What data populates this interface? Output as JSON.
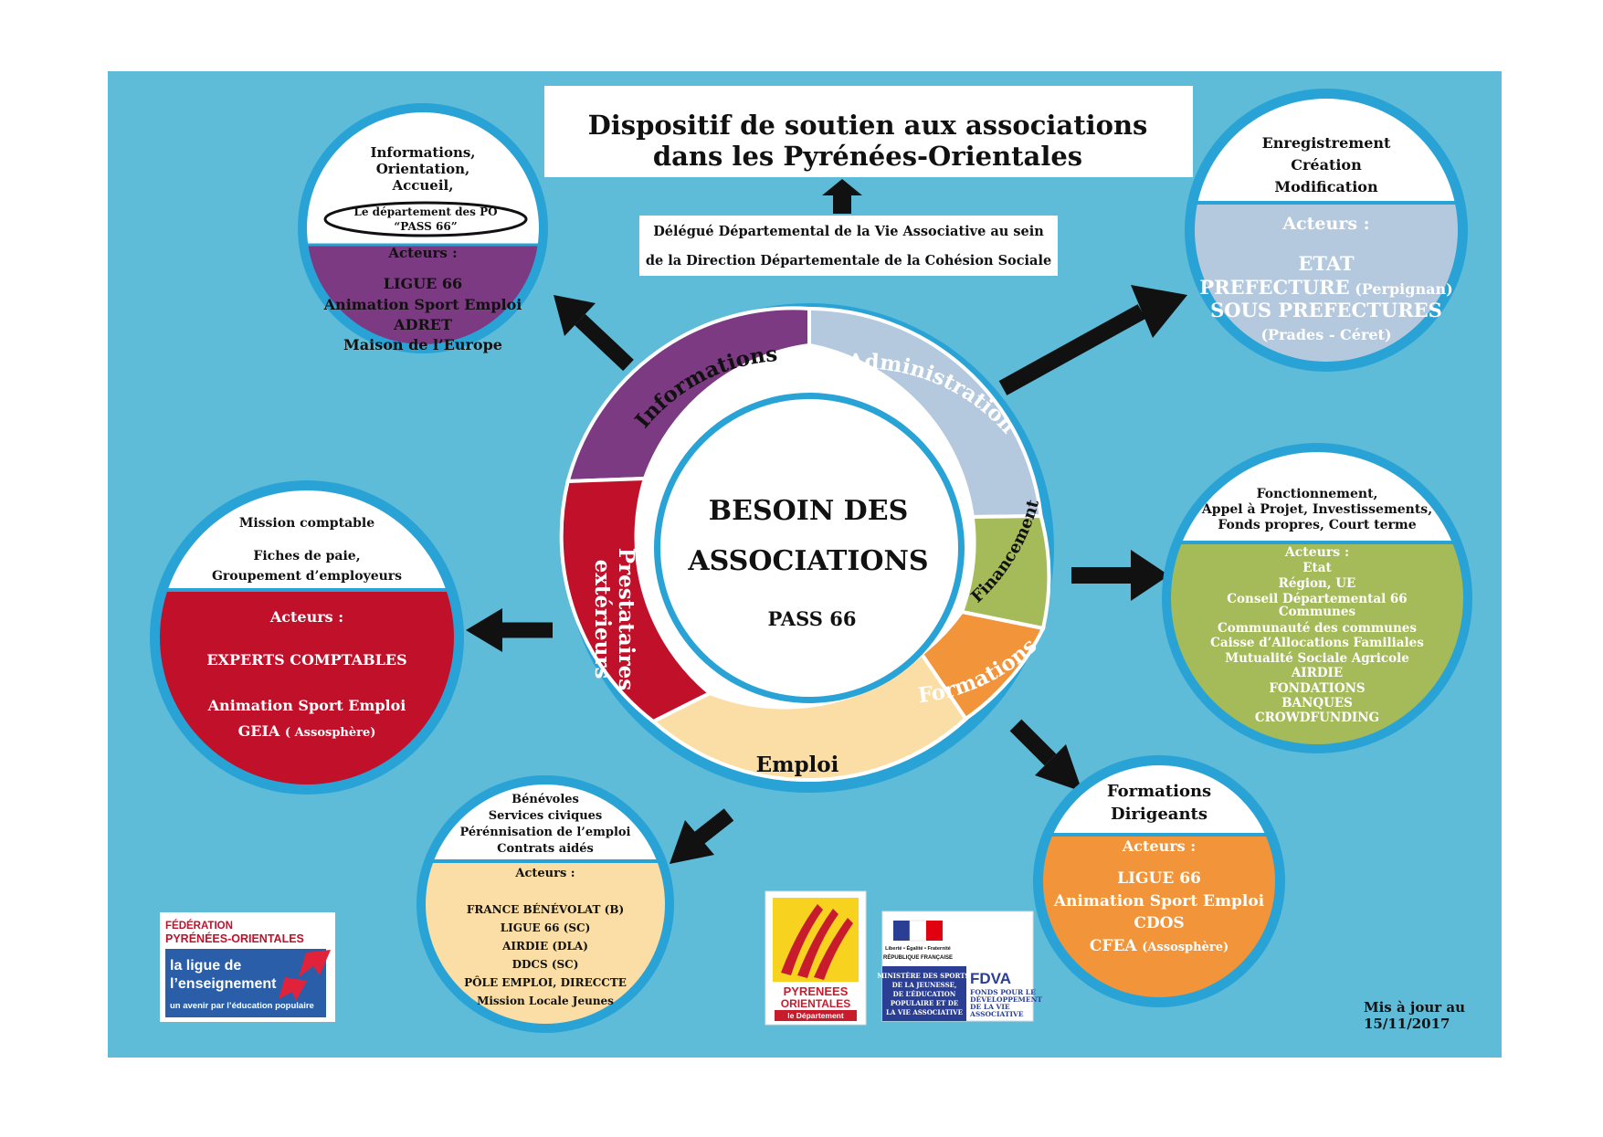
{
  "title": {
    "line1": "Dispositif de soutien aux associations",
    "line2": "dans les Pyrénées-Orientales"
  },
  "delegate": {
    "line1": "Délégué Départemental de la Vie Associative au sein",
    "line2": "de la Direction Départementale de la Cohésion Sociale"
  },
  "center": {
    "line1": "BESOIN DES",
    "line2": "ASSOCIATIONS",
    "line3": "PASS 66"
  },
  "segments": {
    "informations": "Informations",
    "administration": "Administration",
    "financement": "Financement",
    "formations": "Formations",
    "emploi": "Emploi",
    "prestataires1": "Prestataires",
    "prestataires2": "extérieurs"
  },
  "bubbles": {
    "informations": {
      "top": [
        "Informations,",
        "Orientation,",
        "Accueil,"
      ],
      "oval1": "Le département des PO",
      "oval2": "“PASS 66”",
      "heading": "Acteurs :",
      "actors": [
        "LIGUE 66",
        "Animation Sport Emploi",
        "ADRET",
        "Maison de l’Europe"
      ]
    },
    "administration": {
      "top": [
        "Enregistrement",
        "Création",
        "Modification"
      ],
      "heading": "Acteurs :",
      "a1": "ETAT",
      "a2": "PREFECTURE",
      "a2b": "(Perpignan)",
      "a3": "SOUS PREFECTURES",
      "a4": "(Prades - Céret)"
    },
    "financement": {
      "top": [
        "Fonctionnement,",
        "Appel à Projet, Investissements,",
        "Fonds propres, Court terme"
      ],
      "heading": "Acteurs :",
      "actors": [
        "Etat",
        "Région, UE",
        "Conseil Départemental 66",
        "Communes",
        "Communauté des communes",
        "Caisse d’Allocations Familiales",
        "Mutualité Sociale Agricole",
        "AIRDIE",
        "FONDATIONS",
        "BANQUES",
        "CROWDFUNDING"
      ]
    },
    "formations": {
      "top": [
        "Formations",
        "Dirigeants"
      ],
      "heading": "Acteurs :",
      "a1": "LIGUE 66",
      "a2": "Animation Sport Emploi",
      "a3": "CDOS",
      "a4": "CFEA",
      "a4b": "(Assosphère)"
    },
    "emploi": {
      "top": [
        "Bénévoles",
        "Services civiques",
        "Pérénnisation de l’emploi",
        "Contrats aidés"
      ],
      "heading": "Acteurs :",
      "actors": [
        "FRANCE BÉNÉVOLAT (B)",
        "LIGUE 66 (SC)",
        "AIRDIE (DLA)",
        "DDCS (SC)",
        "PÔLE EMPLOI, DIRECCTE",
        "Mission Locale Jeunes"
      ]
    },
    "prestataires": {
      "top1": "Mission comptable",
      "top2": "Fiches de paie,",
      "top3": "Groupement d’employeurs",
      "heading": "Acteurs :",
      "a1": "EXPERTS COMPTABLES",
      "a2": "Animation Sport Emploi",
      "a3": "GEIA",
      "a3b": "( Assosphère)"
    }
  },
  "logos": {
    "ligue": {
      "l1": "FÉDÉRATION",
      "l2": "PYRÉNÉES-ORIENTALES",
      "l3": "la ligue de",
      "l4": "l’enseignement",
      "l5": "un avenir par l’éducation populaire"
    },
    "po": {
      "l1": "PYRENEES",
      "l2": "ORIENTALES",
      "l3": "le Département"
    },
    "fdva": {
      "rep": "RÉPUBLIQUE FRANÇAISE",
      "motto": "Liberté • Égalité • Fraternité",
      "m1": "MINISTÈRE DES SPORTS,",
      "m2": "DE LA JEUNESSE,",
      "m3": "DE L’ÉDUCATION",
      "m4": "POPULAIRE ET DE",
      "m5": "LA VIE ASSOCIATIVE",
      "name": "FDVA",
      "d1": "FONDS POUR LE",
      "d2": "DÉVELOPPEMENT",
      "d3": "DE LA VIE",
      "d4": "ASSOCIATIVE"
    }
  },
  "update": {
    "line1": "Mis à jour au",
    "line2": "15/11/2017"
  },
  "colors": {
    "background": "#5EBCD8",
    "informations": "#7B3A82",
    "administration": "#B4C9DD",
    "financement": "#A5BB59",
    "formations": "#F2943A",
    "emploi": "#FBDDA6",
    "prestataires": "#C0102A",
    "ring": "#29A3D6"
  }
}
